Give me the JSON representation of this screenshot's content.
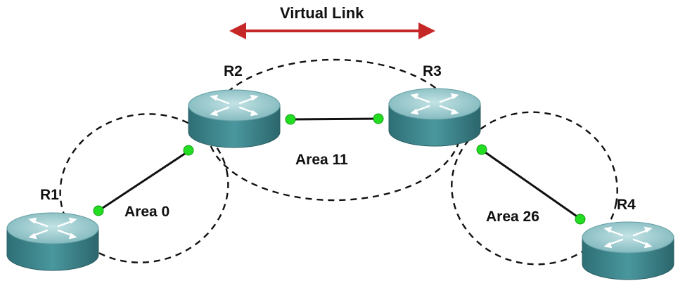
{
  "title": "Virtual Link",
  "routers": {
    "r1": "R1",
    "r2": "R2",
    "r3": "R3",
    "r4": "R4"
  },
  "areas": {
    "area0": "Area 0",
    "area11": "Area 11",
    "area26": "Area 26"
  },
  "colors": {
    "virtual_link_arrow": "#c62828",
    "router_top": "#8fc3c7",
    "router_body": "#3f8a91",
    "link": "#111111",
    "port": "#22dd22",
    "area_outline": "#111111"
  },
  "icons": [
    "router-icon",
    "double-arrow-icon",
    "port-dot-icon"
  ]
}
